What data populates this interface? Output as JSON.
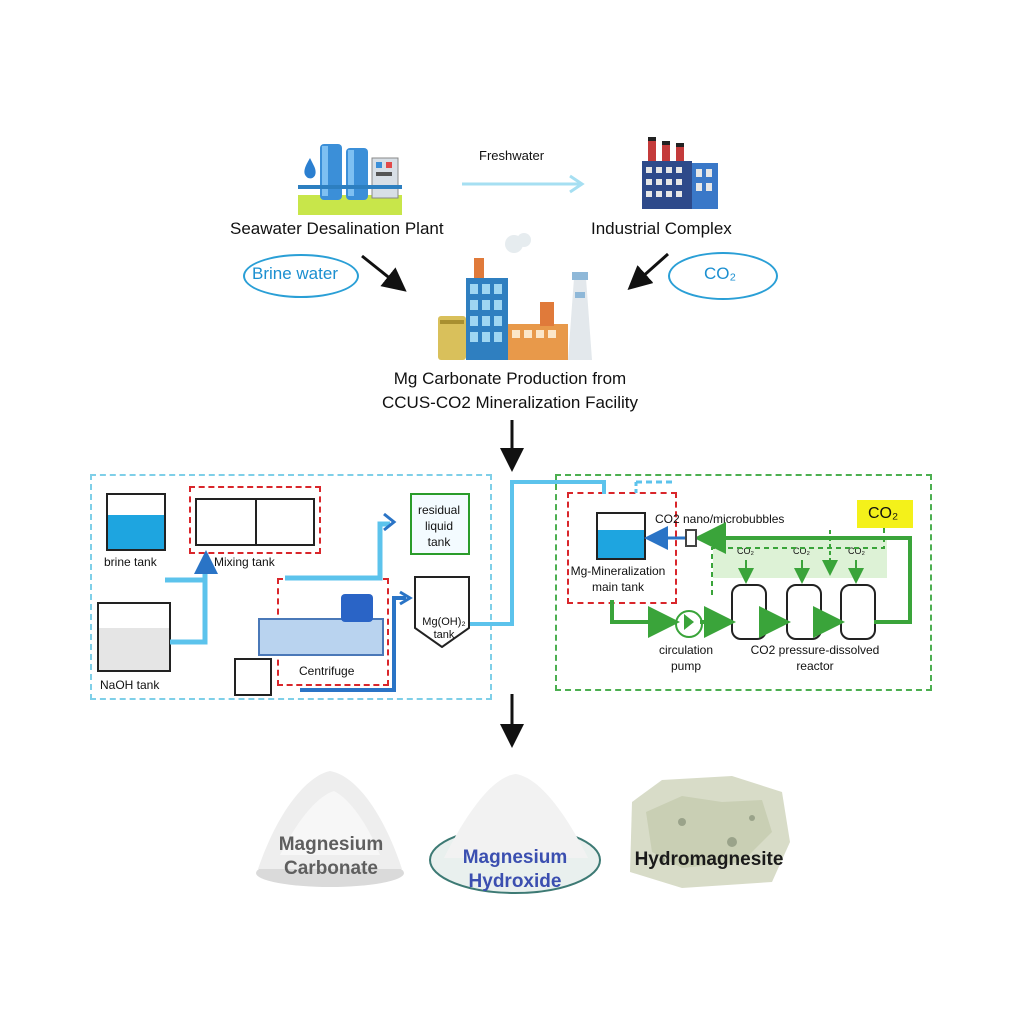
{
  "top": {
    "desalination_label": "Seawater Desalination Plant",
    "freshwater_label": "Freshwater",
    "industrial_label": "Industrial Complex",
    "brine_label": "Brine water",
    "co2_label": "CO₂"
  },
  "facility": {
    "line1": "Mg Carbonate Production from",
    "line2": "CCUS-CO2 Mineralization Facility"
  },
  "left_process": {
    "brine_tank": "brine tank",
    "mixing_tank": "Mixing tank",
    "naoh_tank": "NaOH tank",
    "residual_tank": "residual liquid tank",
    "centrifuge": "Centrifuge",
    "mgoh_tank": "Mg(OH)₂ tank"
  },
  "right_process": {
    "nano_bubbles": "CO2 nano/microbubbles",
    "co2_badge": "CO₂",
    "main_tank": "Mg-Mineralization main tank",
    "pump": "circulation pump",
    "reactor": "CO2 pressure-dissolved reactor",
    "co2_small_1": "CO₂",
    "co2_small_2": "CO₂",
    "co2_small_3": "CO₂"
  },
  "products": [
    {
      "name": "Magnesium Carbonate",
      "color": "#5f5f5f"
    },
    {
      "name": "Magnesium Hydroxide",
      "color": "#3b4fb0"
    },
    {
      "name": "Hydromagnesite",
      "color": "#1a1a1a"
    }
  ],
  "colors": {
    "blue_line": "#5cc3ec",
    "green_line": "#3aa43a",
    "red_dash": "#d9262b",
    "co2_badge": "#f4f11a"
  }
}
